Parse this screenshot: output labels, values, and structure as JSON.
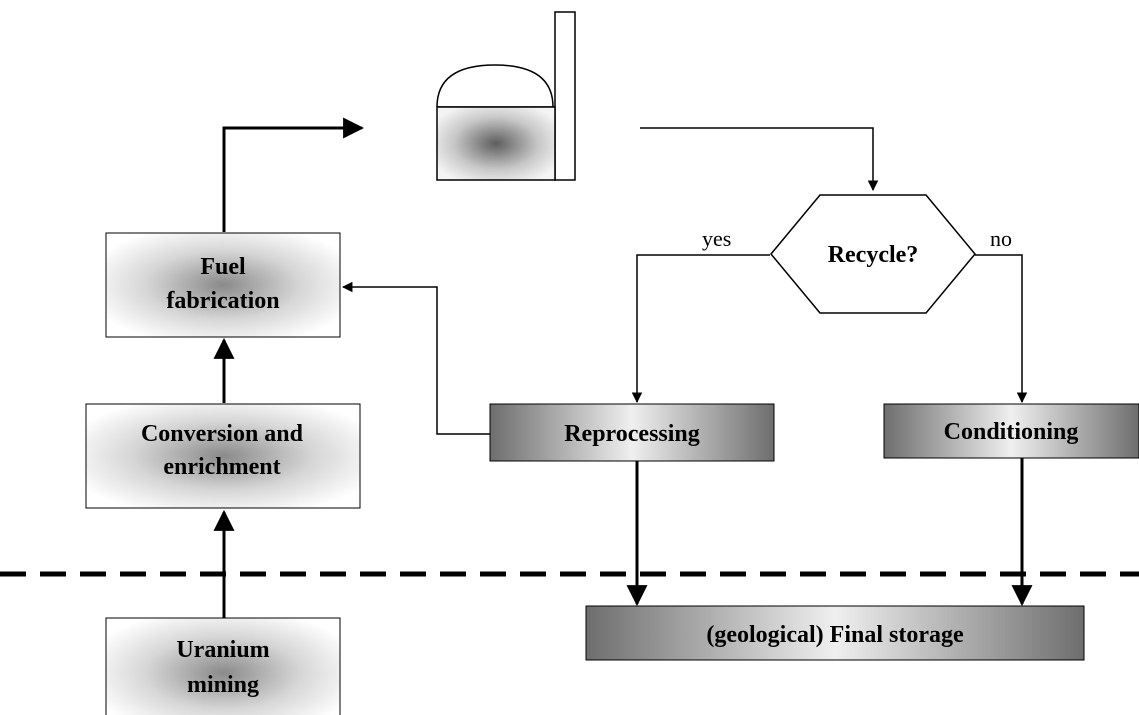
{
  "nodes": {
    "reactor": {
      "label": ""
    },
    "fuel_fabrication": {
      "line1": "Fuel",
      "line2": "fabrication"
    },
    "conversion_enrichment": {
      "line1": "Conversion and",
      "line2": "enrichment"
    },
    "uranium_mining": {
      "line1": "Uranium",
      "line2": "mining"
    },
    "decision": {
      "label": "Recycle?"
    },
    "reprocessing": {
      "label": "Reprocessing"
    },
    "conditioning": {
      "label": "Conditioning"
    },
    "final_storage": {
      "label": "(geological) Final storage"
    }
  },
  "edge_labels": {
    "yes": "yes",
    "no": "no"
  },
  "styles": {
    "light_box_center": "#8a8a8a",
    "dark_box_center": "#e8e8e8",
    "dark_box_edge": "#6e6e6e",
    "line_color": "#000000"
  }
}
